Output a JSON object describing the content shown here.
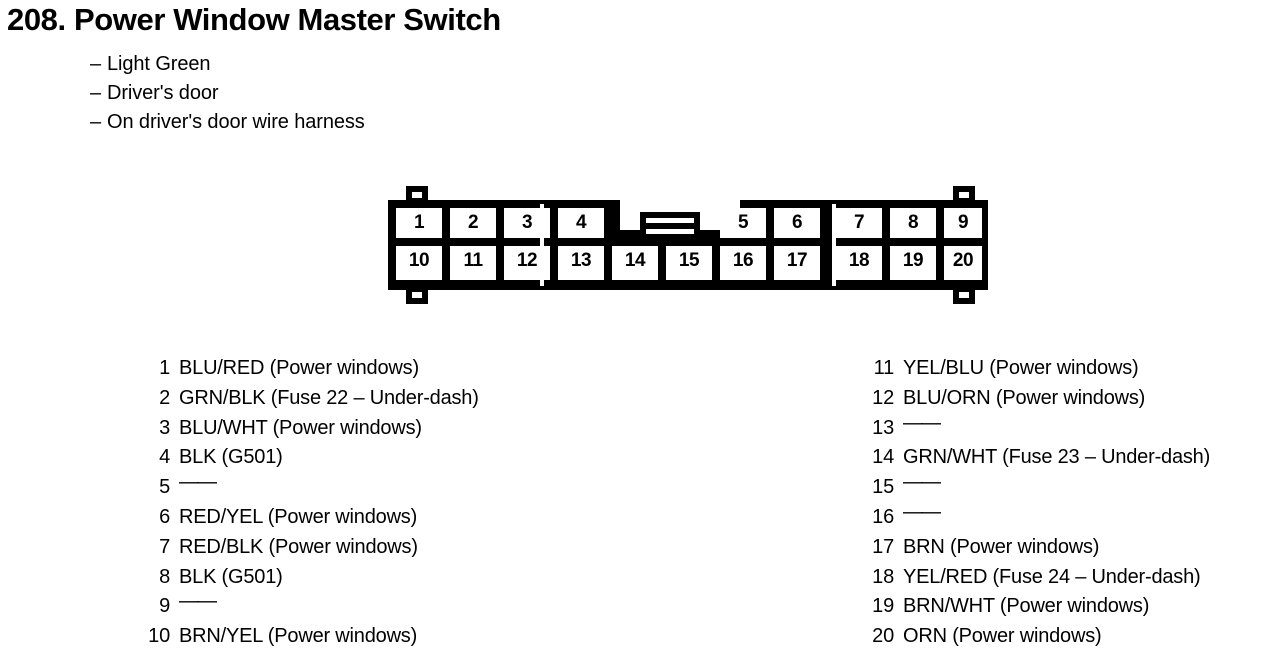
{
  "header": {
    "number": "208.",
    "title": "208. Power Window Master Switch",
    "bullets": [
      "Light Green",
      "Driver's door",
      "On driver's door wire harness"
    ],
    "bullet_marker": "–"
  },
  "connector": {
    "name": "20-pin connector",
    "top_row": [
      "1",
      "2",
      "3",
      "4",
      "5",
      "6",
      "7",
      "8",
      "9"
    ],
    "bottom_row": [
      "10",
      "11",
      "12",
      "13",
      "14",
      "15",
      "16",
      "17",
      "18",
      "19",
      "20"
    ],
    "latch_name": "latch-tab",
    "mounting_tabs": 4
  },
  "pins": {
    "left_column": [
      {
        "num": "1",
        "desc": "BLU/RED (Power windows)"
      },
      {
        "num": "2",
        "desc": "GRN/BLK (Fuse 22 – Under-dash)"
      },
      {
        "num": "3",
        "desc": "BLU/WHT (Power windows)"
      },
      {
        "num": "4",
        "desc": "BLK (G501)"
      },
      {
        "num": "5",
        "desc": "——"
      },
      {
        "num": "6",
        "desc": "RED/YEL (Power windows)"
      },
      {
        "num": "7",
        "desc": "RED/BLK (Power windows)"
      },
      {
        "num": "8",
        "desc": "BLK (G501)"
      },
      {
        "num": "9",
        "desc": "——"
      },
      {
        "num": "10",
        "desc": "BRN/YEL (Power windows)"
      }
    ],
    "right_column": [
      {
        "num": "11",
        "desc": "YEL/BLU (Power windows)"
      },
      {
        "num": "12",
        "desc": "BLU/ORN (Power windows)"
      },
      {
        "num": "13",
        "desc": "——"
      },
      {
        "num": "14",
        "desc": "GRN/WHT (Fuse 23 – Under-dash)"
      },
      {
        "num": "15",
        "desc": "——"
      },
      {
        "num": "16",
        "desc": "——"
      },
      {
        "num": "17",
        "desc": "BRN (Power windows)"
      },
      {
        "num": "18",
        "desc": "YEL/RED (Fuse 24 – Under-dash)"
      },
      {
        "num": "19",
        "desc": "BRN/WHT (Power windows)"
      },
      {
        "num": "20",
        "desc": "ORN (Power windows)"
      }
    ]
  },
  "colors": {
    "ink": "#000000",
    "paper": "#ffffff"
  }
}
